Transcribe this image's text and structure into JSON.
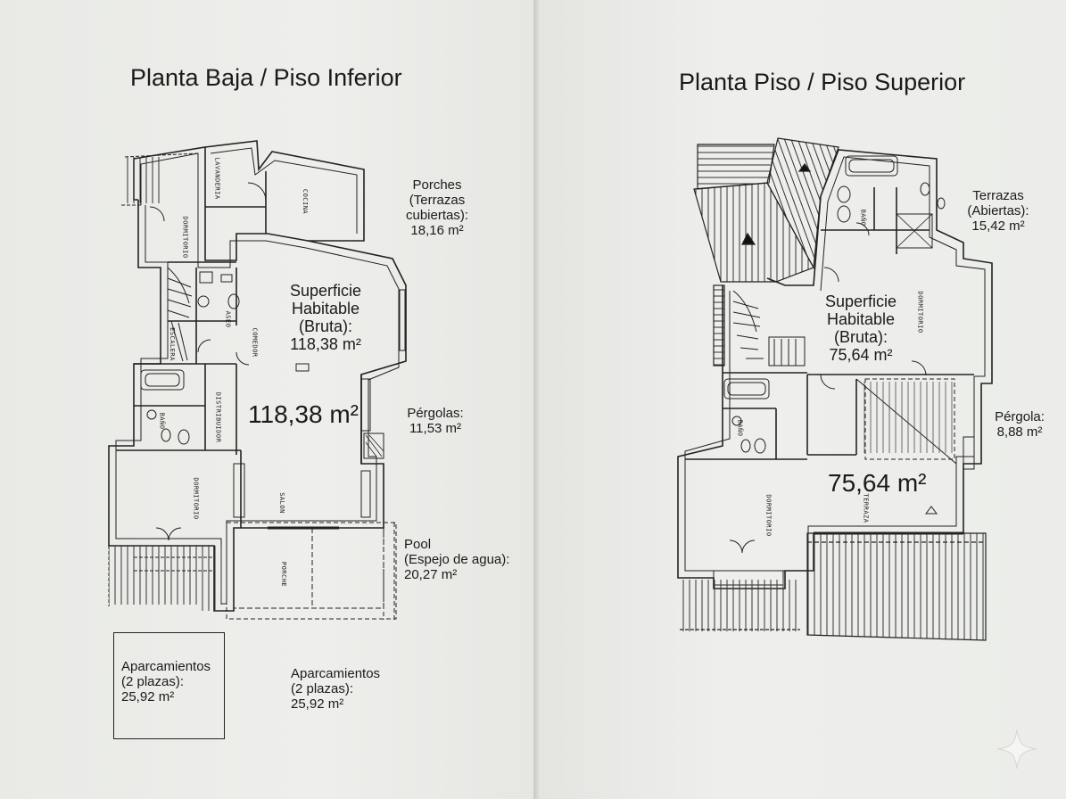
{
  "left_plan": {
    "title": "Planta Baja / Piso Inferior",
    "porches": "Porches\n(Terrazas\ncubiertas):\n18,16 m²",
    "superficie": "Superficie\nHabitable\n(Bruta):\n118,38 m²",
    "area_big": "118,38 m²",
    "pergolas": "Pérgolas:\n11,53 m²",
    "pool": "Pool\n(Espejo de agua):\n20,27 m²",
    "parking_box": "Aparcamientos\n(2 plazas):\n25,92 m²",
    "parking": "Aparcamientos\n(2 plazas):\n25,92 m²",
    "rooms": {
      "lavanderia": "LAVANDERIA",
      "cocina": "COCINA",
      "dormitorio_1": "DORMITORIO",
      "aseo": "ASEO",
      "escalera": "ESCALERA",
      "comedor": "COMEDOR",
      "bano": "BAÑO",
      "distribuidor": "DISTRIBUIDOR",
      "dormitorio_2": "DORMITORIO",
      "salon": "SALON",
      "porche": "PORCHE"
    }
  },
  "right_plan": {
    "title": "Planta Piso / Piso Superior",
    "terrazas": "Terrazas\n(Abiertas):\n15,42 m²",
    "superficie": "Superficie\nHabitable\n(Bruta):\n75,64 m²",
    "pergola": "Pérgola:\n8,88 m²",
    "area_big": "75,64 m²",
    "rooms": {
      "bano_1": "BAÑO",
      "dormitorio_1": "DORMITORIO",
      "bano_2": "BAÑO",
      "dormitorio_2": "DORMITORIO",
      "terraza": "TERRAZA"
    }
  }
}
